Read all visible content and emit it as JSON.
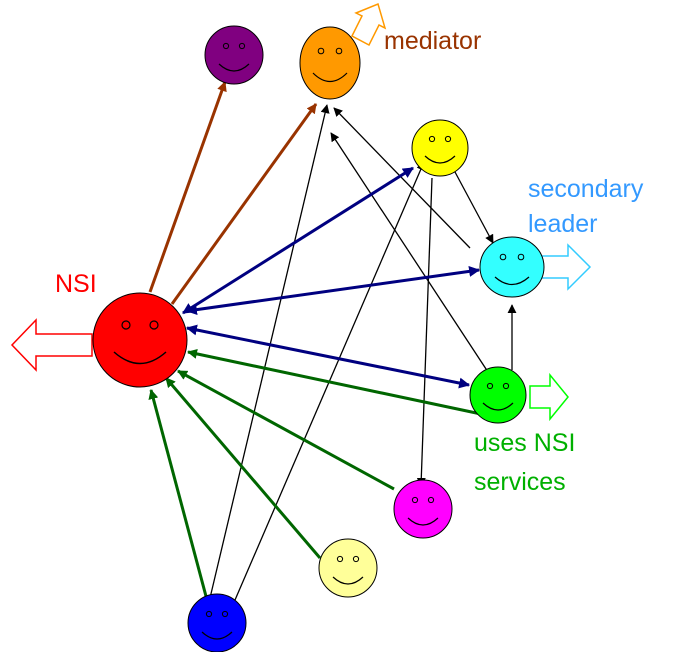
{
  "labels": {
    "nsi": "NSI",
    "mediator": "mediator",
    "secondary_line1": "secondary",
    "secondary_line2": "leader",
    "uses_line1": "uses NSI",
    "uses_line2": "services"
  },
  "colors": {
    "nsi_label": "#ff0000",
    "mediator_label": "#993300",
    "secondary_label": "#3399ff",
    "uses_label": "#00b000",
    "arrow_brown": "#993300",
    "arrow_navy": "#000080",
    "arrow_green": "#006600",
    "arrow_black": "#000000",
    "face_red": "#ff0000",
    "face_purple": "#800080",
    "face_orange": "#ff9900",
    "face_yellow": "#ffff00",
    "face_cyan": "#33ffff",
    "face_green": "#00ff00",
    "face_magenta": "#ff00ff",
    "face_pale_yellow": "#ffff99",
    "face_blue": "#0000ff"
  }
}
